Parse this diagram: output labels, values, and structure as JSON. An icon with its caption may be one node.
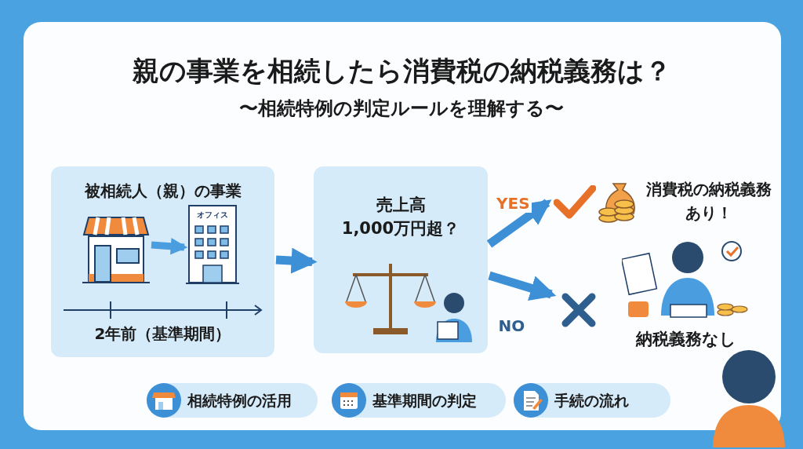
{
  "diagram": {
    "title": "親の事業を相続したら消費税の納税義務は？",
    "nodes": [
      {
        "text": [
          "被相続人（親）の事業",
          "2年前（基準期間）"
        ]
      },
      {
        "text": [],
        "shape": "picture",
        "in": 0
      },
      {
        "text": [
          "オフィス"
        ],
        "in": 0
      },
      {
        "text": [
          "売上高 1,000万円超？"
        ]
      },
      {
        "text": [
          "消費税の納税義務あり！"
        ]
      },
      {
        "text": [
          "納税義務なし"
        ]
      },
      {
        "text": [
          "相続特例の活用"
        ]
      },
      {
        "text": [
          "基準期間の判定"
        ]
      },
      {
        "text": [
          "手続の流れ"
        ]
      }
    ],
    "edges": [
      {
        "from": 1,
        "to": 2,
        "arrow": "to"
      },
      {
        "from": 0,
        "to": 3,
        "arrow": "to"
      },
      {
        "from": 3,
        "to": 4,
        "arrow": "to",
        "label": "YES"
      },
      {
        "from": 3,
        "to": 5,
        "arrow": "to",
        "label": "NO"
      }
    ],
    "labels": [
      "〜相続特例の判定ルールを理解する〜"
    ]
  }
}
